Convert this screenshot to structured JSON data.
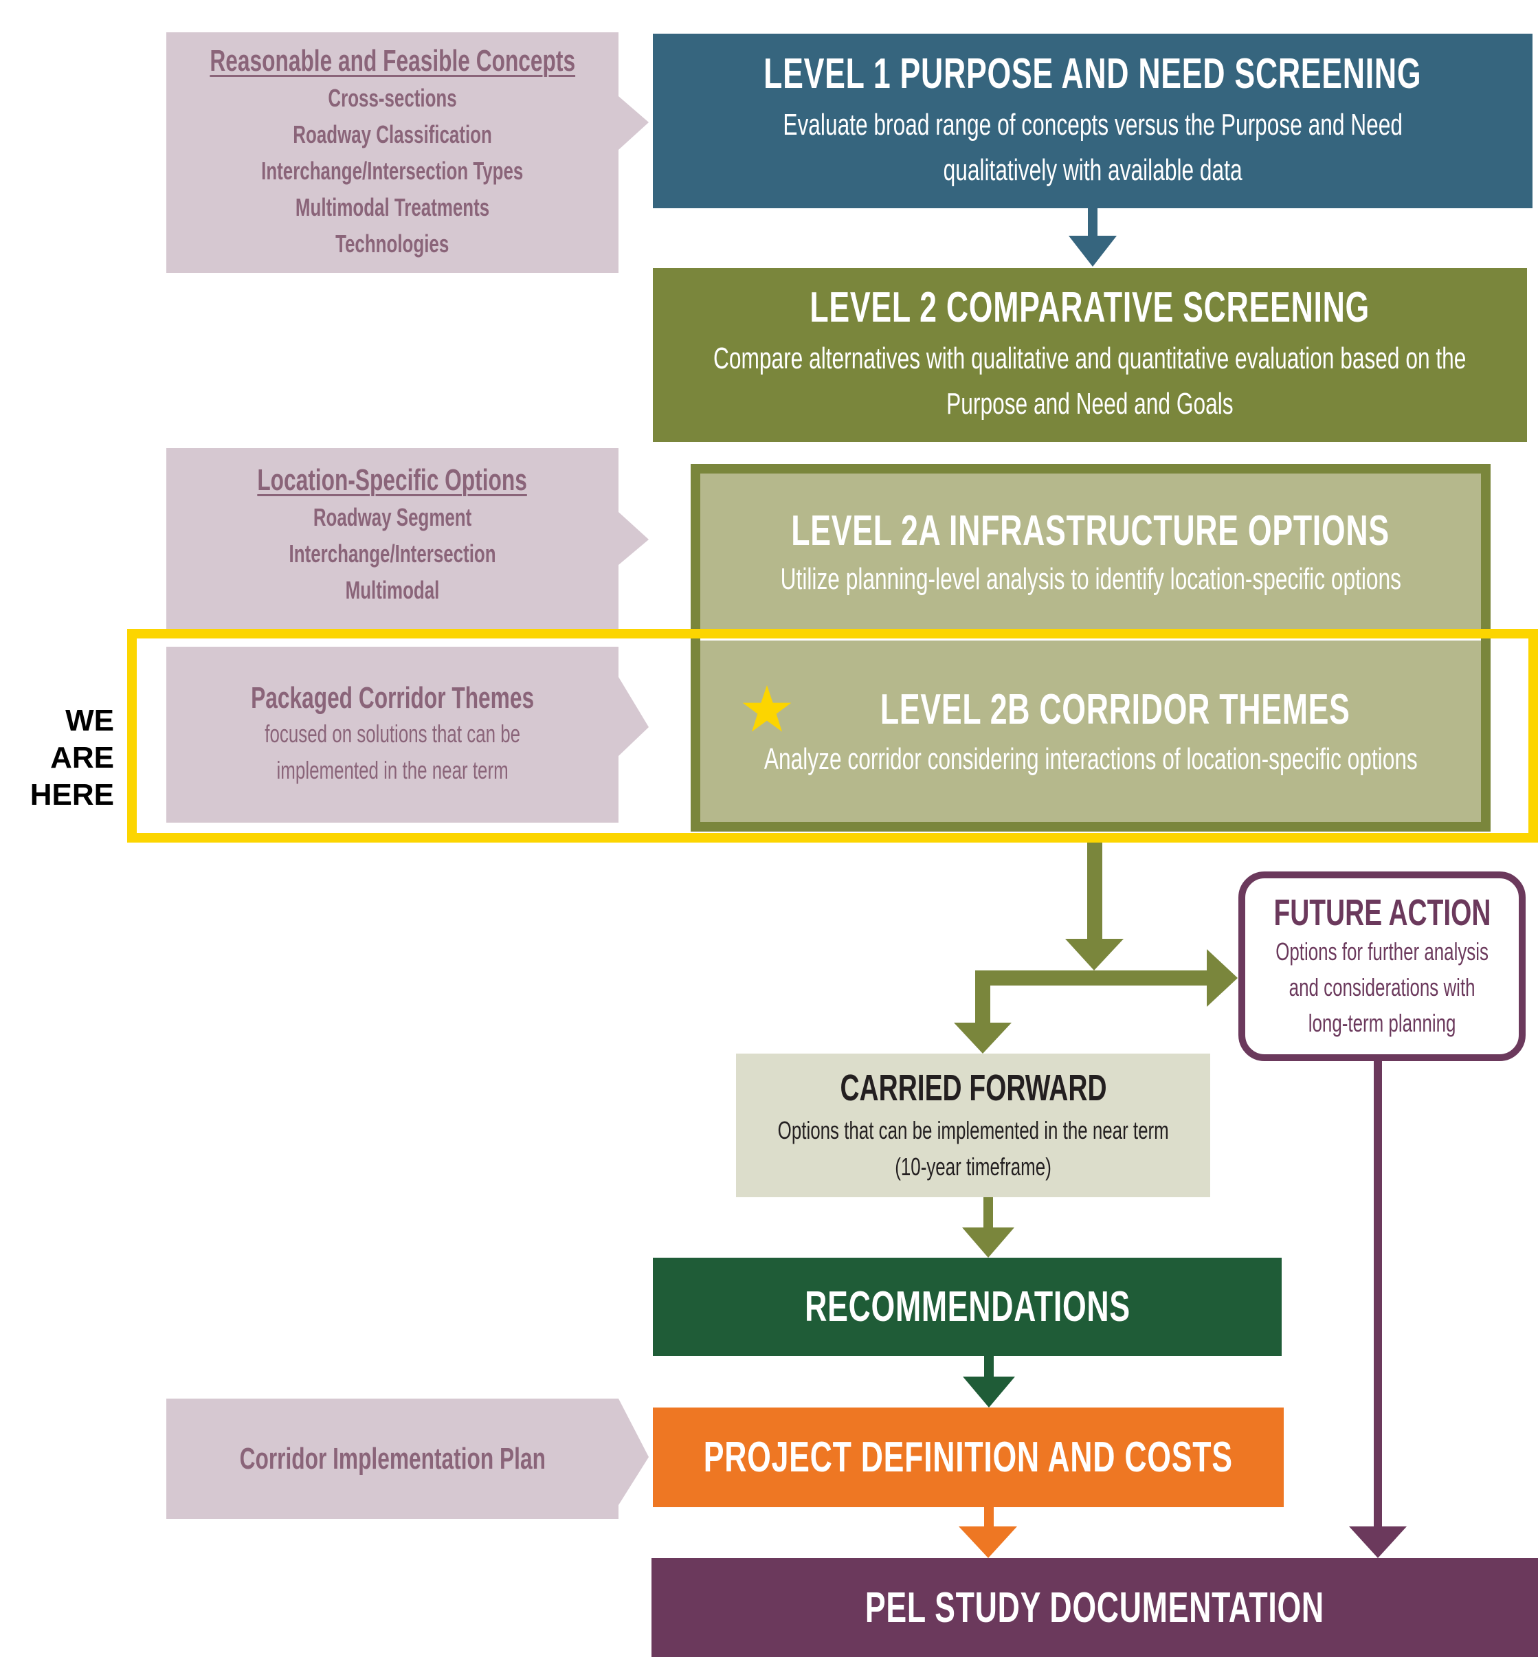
{
  "colors": {
    "level1": "#36657e",
    "level2": "#7a863c",
    "level2_light": "#b5b88c",
    "carried_forward": "#dcddcb",
    "recommendations": "#1f5c37",
    "project_definition": "#ee7723",
    "pel_documentation": "#6b395c",
    "future_action": "#6b395c",
    "side_box": "#d6c8d1",
    "side_text": "#8a6479",
    "highlight": "#fcd500"
  },
  "side_boxes": {
    "concepts": {
      "title": "Reasonable and Feasible Concepts",
      "items": [
        "Cross-sections",
        "Roadway Classification",
        "Interchange/Intersection Types",
        "Multimodal Treatments",
        "Technologies"
      ]
    },
    "location": {
      "title": "Location-Specific Options",
      "items": [
        "Roadway Segment",
        "Interchange/Intersection",
        "Multimodal"
      ]
    },
    "packaged": {
      "title": "Packaged Corridor Themes",
      "subtitle_lines": [
        "focused on solutions that can be",
        "implemented in the near term"
      ]
    },
    "implementation": {
      "title": "Corridor Implementation Plan"
    }
  },
  "steps": {
    "level1": {
      "title": "LEVEL 1 PURPOSE AND NEED SCREENING",
      "lines": [
        "Evaluate broad range of concepts versus the Purpose and Need",
        "qualitatively with available data"
      ]
    },
    "level2": {
      "title": "LEVEL 2 COMPARATIVE SCREENING",
      "lines": [
        "Compare alternatives with qualitative and quantitative evaluation based on the",
        "Purpose and Need and Goals"
      ]
    },
    "level2a": {
      "title": "LEVEL 2A INFRASTRUCTURE OPTIONS",
      "lines": [
        "Utilize planning-level analysis to identify location-specific options"
      ]
    },
    "level2b": {
      "icon": "star-icon",
      "title": "LEVEL 2B CORRIDOR THEMES",
      "lines": [
        "Analyze corridor considering interactions of location-specific options"
      ]
    },
    "future_action": {
      "title": "FUTURE ACTION",
      "lines": [
        "Options for further analysis",
        "and considerations with",
        "long-term planning"
      ]
    },
    "carried_forward": {
      "title": "CARRIED FORWARD",
      "lines": [
        "Options that can be implemented in the near term",
        "(10-year timeframe)"
      ]
    },
    "recommendations": {
      "title": "RECOMMENDATIONS"
    },
    "project_definition": {
      "title": "PROJECT DEFINITION AND COSTS"
    },
    "pel_documentation": {
      "title": "PEL STUDY DOCUMENTATION"
    }
  },
  "marker": {
    "label_lines": [
      "WE ARE",
      "HERE"
    ]
  }
}
